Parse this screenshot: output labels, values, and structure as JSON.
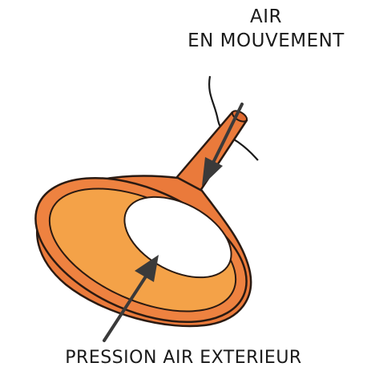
{
  "labels": {
    "top_line1": "AIR",
    "top_line2": "EN MOUVEMENT",
    "bottom": "PRESSION AIR EXTERIEUR"
  },
  "colors": {
    "funnel_outer": "#ea7a3b",
    "funnel_inner": "#f4a248",
    "funnel_stroke": "#2a1a12",
    "arrow": "#3a3a3a",
    "background": "#ffffff"
  },
  "icons": {
    "funnel": "funnel-icon",
    "arrow_in": "arrow-down-icon",
    "arrow_out": "arrow-up-icon"
  }
}
